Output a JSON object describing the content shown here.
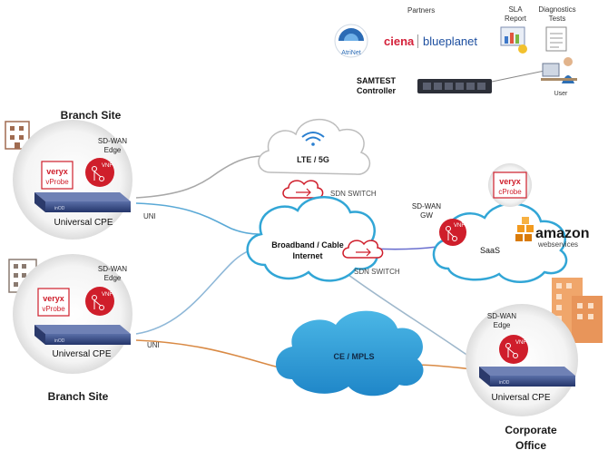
{
  "top": {
    "partners_label": "Partners",
    "atrinet_logo": "AtriNet",
    "ciena_logo": "ciena",
    "blueplanet_logo": "blueplanet",
    "sla_report_line1": "SLA",
    "sla_report_line2": "Report",
    "diag_line1": "Diagnostics",
    "diag_line2": "Tests",
    "controller_line1": "SAMTEST",
    "controller_line2": "Controller",
    "user_label": "User"
  },
  "sites": {
    "branch1_title": "Branch Site",
    "branch2_title": "Branch Site",
    "corporate_title_line1": "Corporate",
    "corporate_title_line2": "Office"
  },
  "devices": {
    "sdwan_edge_line1": "SD-WAN",
    "sdwan_edge_line2": "Edge",
    "sdwan_gw_line1": "SD-WAN",
    "sdwan_gw_line2": "GW",
    "vnf": "VNF",
    "universal_cpe": "Universal CPE",
    "veryx": "veryx",
    "vprobe": "vProbe",
    "cprobe": "cProbe",
    "cpe_brand": "inOD"
  },
  "network": {
    "lte": "LTE / 5G",
    "broadband_line1": "Broadband / Cable",
    "broadband_line2": "Internet",
    "saas": "SaaS",
    "mpls": "CE / MPLS",
    "sdn_switch": "SDN  SWITCH",
    "uni": "UNI",
    "amazon_line1": "amazon",
    "amazon_line2": "webservices"
  },
  "colors": {
    "cloud_stroke": "#32a6d6",
    "mpls_fill": "#2f9fd8",
    "veryx_red": "#cf1e2b",
    "cpe_blue": "#3a4f8a",
    "orange_link": "#d98a45"
  }
}
